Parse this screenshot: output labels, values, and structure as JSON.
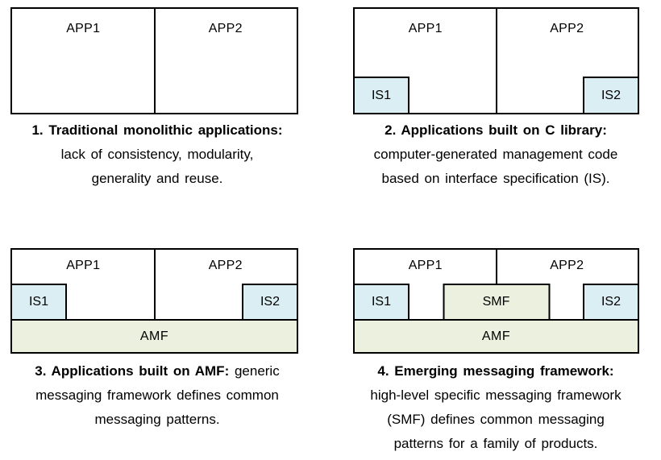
{
  "colors": {
    "border": "#000000",
    "is_fill": "#DAEEF3",
    "framework_fill": "#EBF1DE",
    "background": "#FFFFFF",
    "text": "#000000"
  },
  "panels": {
    "p1": {
      "apps": {
        "app1": "APP1",
        "app2": "APP2"
      },
      "caption": {
        "bold": "1. Traditional monolithic applications:",
        "line2": "lack of consistency, modularity,",
        "line3": "generality and reuse."
      }
    },
    "p2": {
      "apps": {
        "app1": "APP1",
        "app2": "APP2"
      },
      "is1": "IS1",
      "is2": "IS2",
      "caption": {
        "bold": "2. Applications built on C library:",
        "line2": "computer-generated management code",
        "line3": "based on interface specification (IS)."
      }
    },
    "p3": {
      "apps": {
        "app1": "APP1",
        "app2": "APP2"
      },
      "is1": "IS1",
      "is2": "IS2",
      "amf": "AMF",
      "caption": {
        "bold": "3. Applications built on AMF:",
        "rest": " generic",
        "line2": "messaging framework defines common",
        "line3": "messaging patterns."
      }
    },
    "p4": {
      "apps": {
        "app1": "APP1",
        "app2": "APP2"
      },
      "is1": "IS1",
      "is2": "IS2",
      "smf": "SMF",
      "amf": "AMF",
      "caption": {
        "bold": "4. Emerging messaging framework:",
        "line2": "high-level specific messaging framework",
        "line3": "(SMF) defines common messaging",
        "line4": "patterns for a family of products."
      }
    }
  }
}
